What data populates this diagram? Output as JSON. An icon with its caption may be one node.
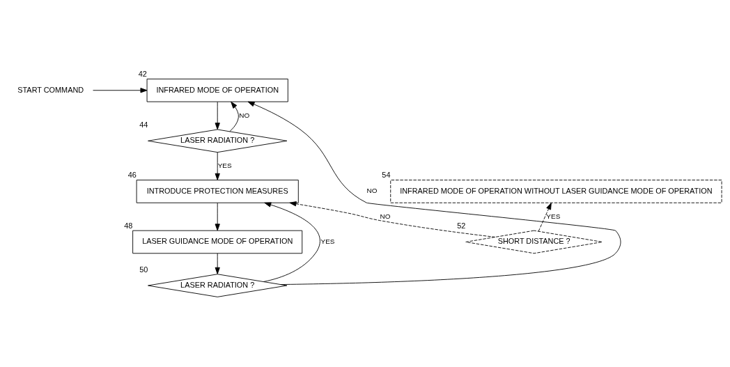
{
  "diagram": {
    "nodes": [
      {
        "text": [
          "START COMMAND"
        ]
      },
      {
        "text": [
          "INFRARED MODE OF OPERATION"
        ],
        "beside": [
          "42"
        ]
      },
      {
        "text": [
          "LASER RADIATION ?"
        ],
        "beside": [
          "44"
        ]
      },
      {
        "text": [
          "INTRODUCE PROTECTION MEASURES"
        ],
        "beside": [
          "46"
        ]
      },
      {
        "text": [
          "LASER GUIDANCE MODE OF OPERATION"
        ],
        "beside": [
          "48"
        ]
      },
      {
        "text": [
          "LASER RADIATION ?"
        ],
        "beside": [
          "50"
        ]
      },
      {
        "text": [
          "INFRARED MODE OF OPERATION WITHOUT LASER GUIDANCE MODE OF OPERATION"
        ],
        "beside": [
          "54"
        ]
      },
      {
        "text": [
          "SHORT DISTANCE ?"
        ],
        "beside": [
          "52"
        ]
      }
    ],
    "edges": [
      {
        "from": 0,
        "to": 1,
        "arrow": "to"
      },
      {
        "from": 1,
        "to": 2,
        "arrow": "to"
      },
      {
        "from": 2,
        "to": 1,
        "arrow": "to",
        "label": "NO"
      },
      {
        "from": 2,
        "to": 3,
        "arrow": "to",
        "label": "YES"
      },
      {
        "from": 3,
        "to": 4,
        "arrow": "to"
      },
      {
        "from": 4,
        "to": 5,
        "arrow": "to"
      },
      {
        "from": 5,
        "to": 1,
        "arrow": "to",
        "label": "NO"
      },
      {
        "from": 5,
        "to": 3,
        "arrow": "to",
        "label": "YES"
      },
      {
        "from": 7,
        "to": 3,
        "arrow": "to",
        "label": "NO",
        "style": "dashed"
      },
      {
        "from": 7,
        "to": 6,
        "arrow": "to",
        "label": "YES",
        "style": "dashed"
      }
    ]
  }
}
